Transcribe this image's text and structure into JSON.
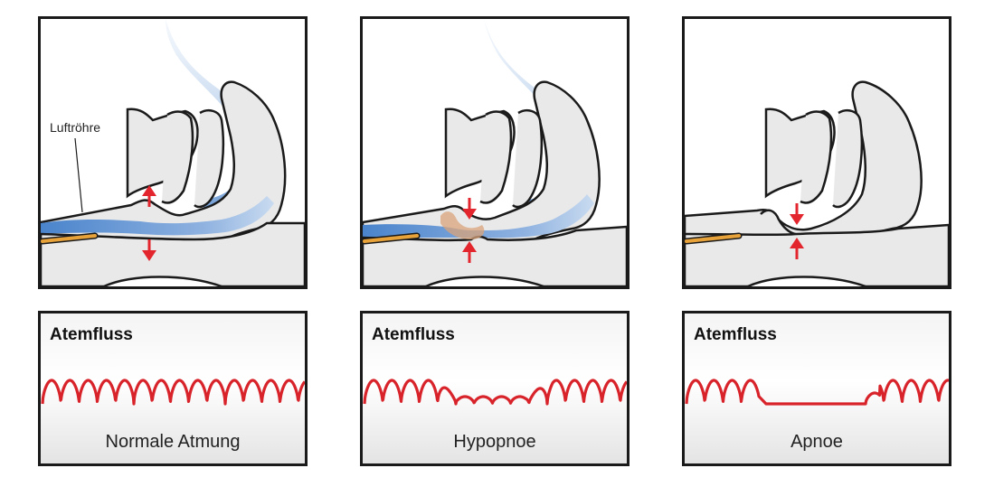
{
  "labels": {
    "trachea": "Luftröhre"
  },
  "panels": [
    {
      "id": "normal",
      "flow_title": "Atemfluss",
      "caption": "Normale Atmung",
      "state": "open"
    },
    {
      "id": "hypopnoe",
      "flow_title": "Atemfluss",
      "caption": "Hypopnoe",
      "state": "narrowed"
    },
    {
      "id": "apnoe",
      "flow_title": "Atemfluss",
      "caption": "Apnoe",
      "state": "closed"
    }
  ],
  "colors": {
    "outline": "#1a1a1a",
    "tissue": "#e9e9e9",
    "air": "#5b8fd0",
    "arrow": "#e3262d",
    "waveform": "#d8232a",
    "tube": "#e8a23a",
    "collapsed_tissue": "#d9a37a"
  },
  "icons": [
    "arrow-up-icon",
    "arrow-down-icon"
  ]
}
